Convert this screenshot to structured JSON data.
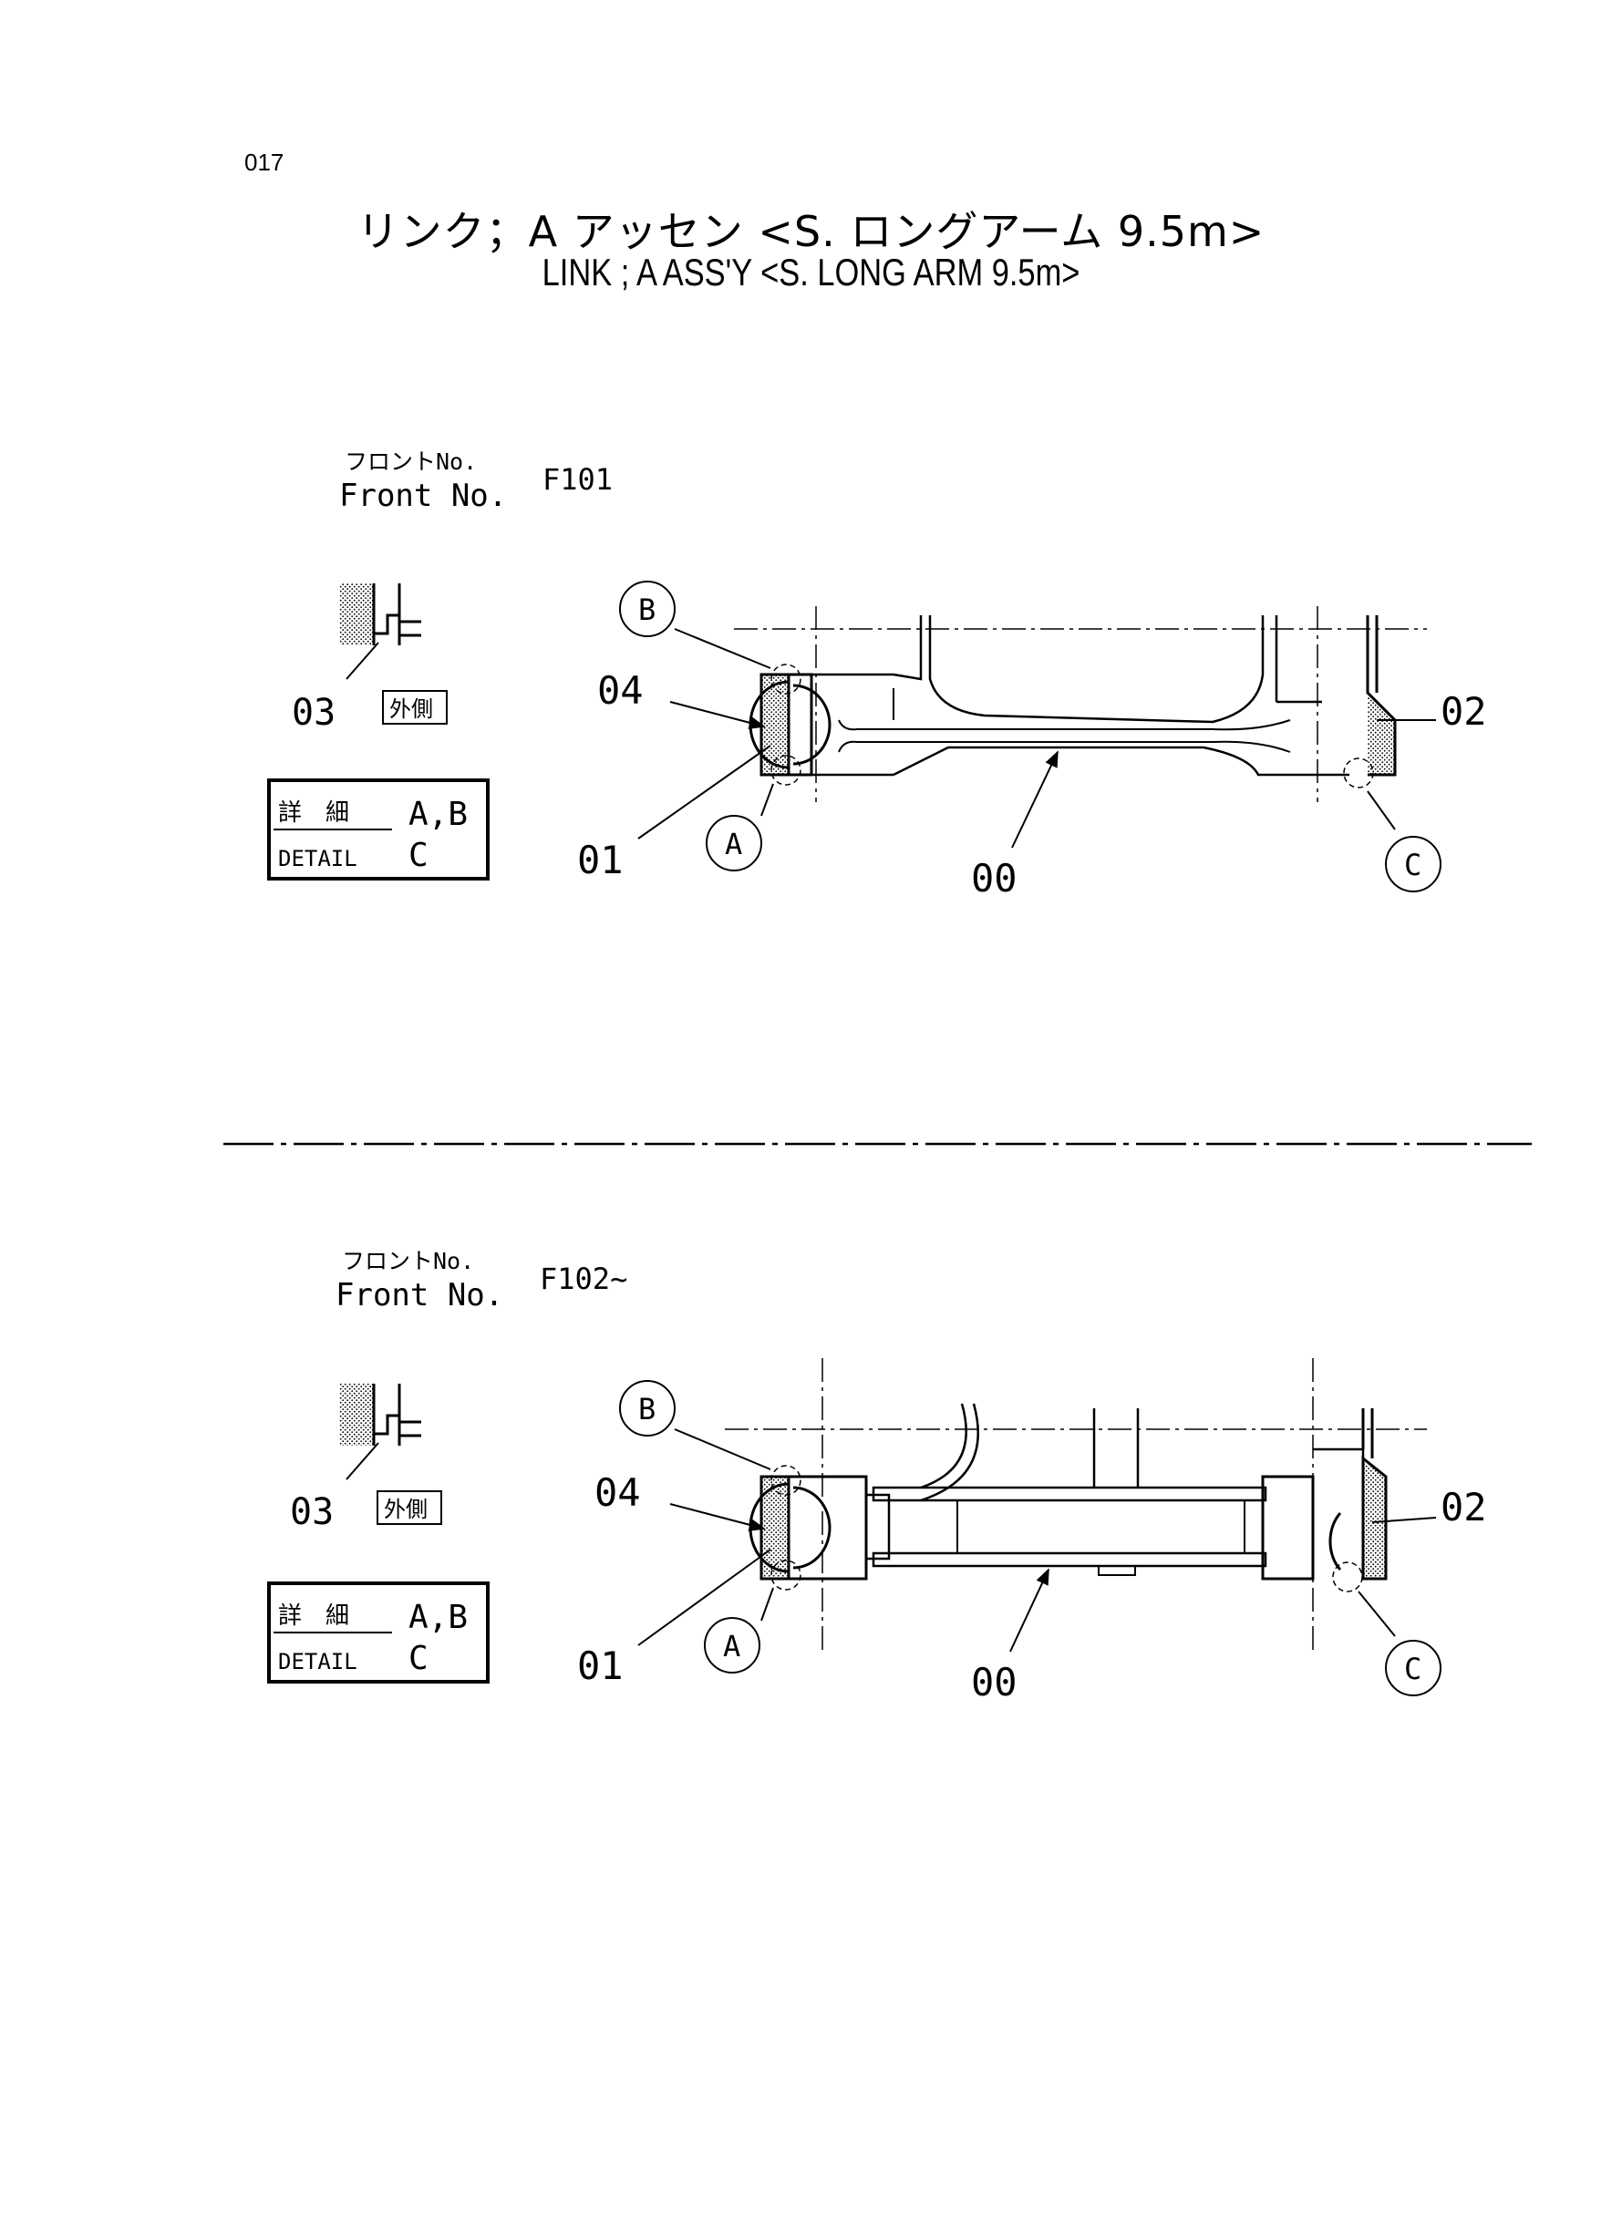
{
  "page": {
    "number": "017"
  },
  "title": {
    "japanese": "リンク；A アッセン <S. ロングアーム 9.5m>",
    "english": "LINK ; A ASS'Y <S. LONG ARM 9.5m>"
  },
  "sections": [
    {
      "front_label_jp": "フロントNo.",
      "front_label_en": "Front No.",
      "front_value": "F101",
      "inset_part": "03",
      "inset_tag": "外側",
      "detail_jp": "詳　細",
      "detail_en": "DETAIL",
      "detail_ab": "A,B",
      "detail_c": "C",
      "callouts": {
        "b": "B",
        "a": "A",
        "c": "C",
        "p04": "04",
        "p01": "01",
        "p00": "00",
        "p02": "02"
      }
    },
    {
      "front_label_jp": "フロントNo.",
      "front_label_en": "Front No.",
      "front_value": "F102~",
      "inset_part": "03",
      "inset_tag": "外側",
      "detail_jp": "詳　細",
      "detail_en": "DETAIL",
      "detail_ab": "A,B",
      "detail_c": "C",
      "callouts": {
        "b": "B",
        "a": "A",
        "c": "C",
        "p04": "04",
        "p01": "01",
        "p00": "00",
        "p02": "02"
      }
    }
  ]
}
